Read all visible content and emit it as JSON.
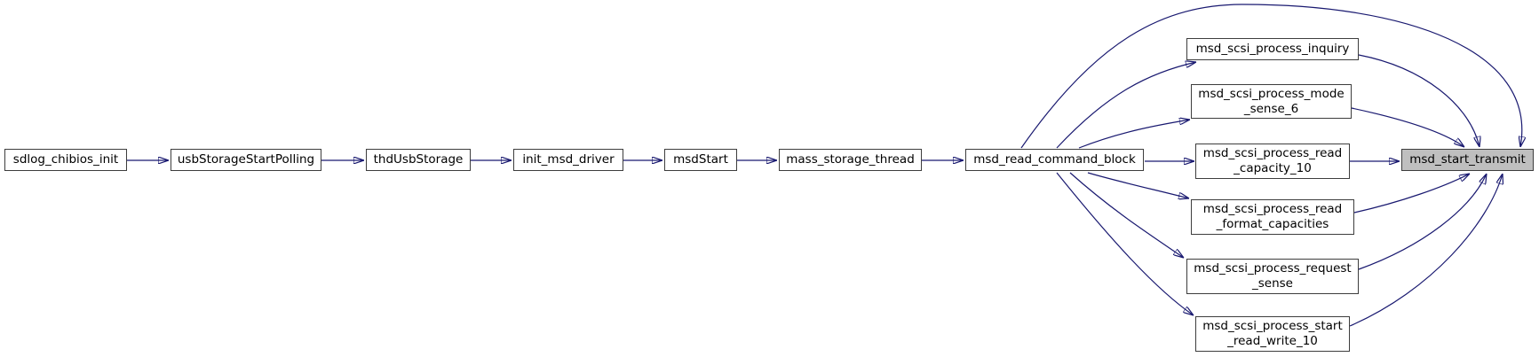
{
  "diagram": {
    "type": "call-graph",
    "direction": "left-to-right",
    "edge_color": "#191970",
    "node_fill": "#ffffff",
    "node_border_color": "#3d3d3d",
    "highlight_fill": "#bfbfbf",
    "highlighted_node": "msd_start_transmit",
    "nodes": [
      {
        "id": "sdlog_chibios_init",
        "lines": [
          "sdlog_chibios_init"
        ]
      },
      {
        "id": "usbStorageStartPolling",
        "lines": [
          "usbStorageStartPolling"
        ]
      },
      {
        "id": "thdUsbStorage",
        "lines": [
          "thdUsbStorage"
        ]
      },
      {
        "id": "init_msd_driver",
        "lines": [
          "init_msd_driver"
        ]
      },
      {
        "id": "msdStart",
        "lines": [
          "msdStart"
        ]
      },
      {
        "id": "mass_storage_thread",
        "lines": [
          "mass_storage_thread"
        ]
      },
      {
        "id": "msd_read_command_block",
        "lines": [
          "msd_read_command_block"
        ]
      },
      {
        "id": "msd_scsi_process_inquiry",
        "lines": [
          "msd_scsi_process_inquiry"
        ]
      },
      {
        "id": "msd_scsi_process_mode_sense_6",
        "lines": [
          "msd_scsi_process_mode",
          "_sense_6"
        ]
      },
      {
        "id": "msd_scsi_process_read_capacity_10",
        "lines": [
          "msd_scsi_process_read",
          "_capacity_10"
        ]
      },
      {
        "id": "msd_scsi_process_read_format_capacities",
        "lines": [
          "msd_scsi_process_read",
          "_format_capacities"
        ]
      },
      {
        "id": "msd_scsi_process_request_sense",
        "lines": [
          "msd_scsi_process_request",
          "_sense"
        ]
      },
      {
        "id": "msd_scsi_process_start_read_write_10",
        "lines": [
          "msd_scsi_process_start",
          "_read_write_10"
        ]
      },
      {
        "id": "msd_start_transmit",
        "lines": [
          "msd_start_transmit"
        ],
        "highlighted": true
      }
    ],
    "edges": [
      {
        "from": "sdlog_chibios_init",
        "to": "usbStorageStartPolling"
      },
      {
        "from": "usbStorageStartPolling",
        "to": "thdUsbStorage"
      },
      {
        "from": "thdUsbStorage",
        "to": "init_msd_driver"
      },
      {
        "from": "init_msd_driver",
        "to": "msdStart"
      },
      {
        "from": "msdStart",
        "to": "mass_storage_thread"
      },
      {
        "from": "mass_storage_thread",
        "to": "msd_read_command_block"
      },
      {
        "from": "msd_read_command_block",
        "to": "msd_scsi_process_inquiry"
      },
      {
        "from": "msd_read_command_block",
        "to": "msd_scsi_process_mode_sense_6"
      },
      {
        "from": "msd_read_command_block",
        "to": "msd_scsi_process_read_capacity_10"
      },
      {
        "from": "msd_read_command_block",
        "to": "msd_scsi_process_read_format_capacities"
      },
      {
        "from": "msd_read_command_block",
        "to": "msd_scsi_process_request_sense"
      },
      {
        "from": "msd_read_command_block",
        "to": "msd_scsi_process_start_read_write_10"
      },
      {
        "from": "msd_read_command_block",
        "to": "msd_start_transmit"
      },
      {
        "from": "msd_scsi_process_inquiry",
        "to": "msd_start_transmit"
      },
      {
        "from": "msd_scsi_process_mode_sense_6",
        "to": "msd_start_transmit"
      },
      {
        "from": "msd_scsi_process_read_capacity_10",
        "to": "msd_start_transmit"
      },
      {
        "from": "msd_scsi_process_read_format_capacities",
        "to": "msd_start_transmit"
      },
      {
        "from": "msd_scsi_process_request_sense",
        "to": "msd_start_transmit"
      },
      {
        "from": "msd_scsi_process_start_read_write_10",
        "to": "msd_start_transmit"
      }
    ]
  }
}
